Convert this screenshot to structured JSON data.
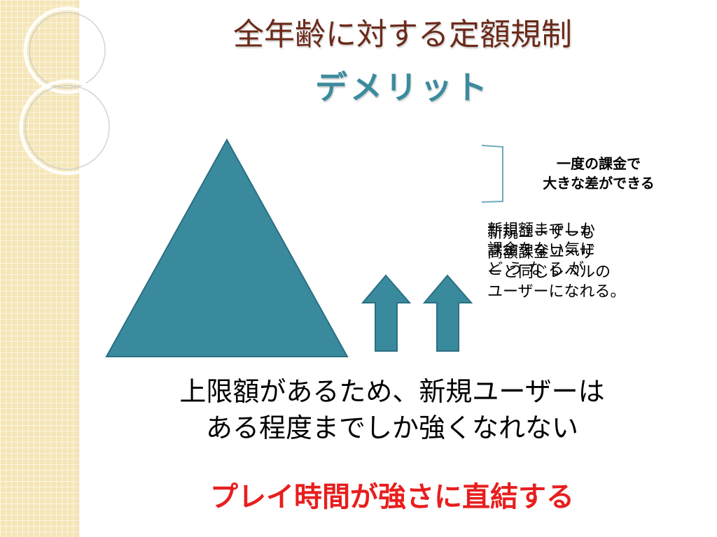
{
  "slide": {
    "title": "全年齢に対する定額規制",
    "subtitle": "デメリット",
    "note_top": {
      "line1": "一度の課金で",
      "line2": "大きな差ができる"
    },
    "note_overlap_a": [
      "新規額までしか",
      "課金をない気に",
      "ど う な る が"
    ],
    "note_overlap_b": [
      "新規ユーザーも",
      "高額課金ユーザ",
      "ーと同じレベルの",
      "ユーザーになれる。"
    ],
    "main_text": {
      "line1": "上限額があるため、新規ユーザーは",
      "line2": "ある程度までしか強くなれない"
    },
    "emphasis": "プレイ時間が強さに直結する",
    "colors": {
      "title": "#6b2a1a",
      "subtitle": "#3b8b9e",
      "shape_fill": "#3a8a9e",
      "shape_stroke": "#2a6f82",
      "emphasis": "#e81e1e"
    }
  }
}
